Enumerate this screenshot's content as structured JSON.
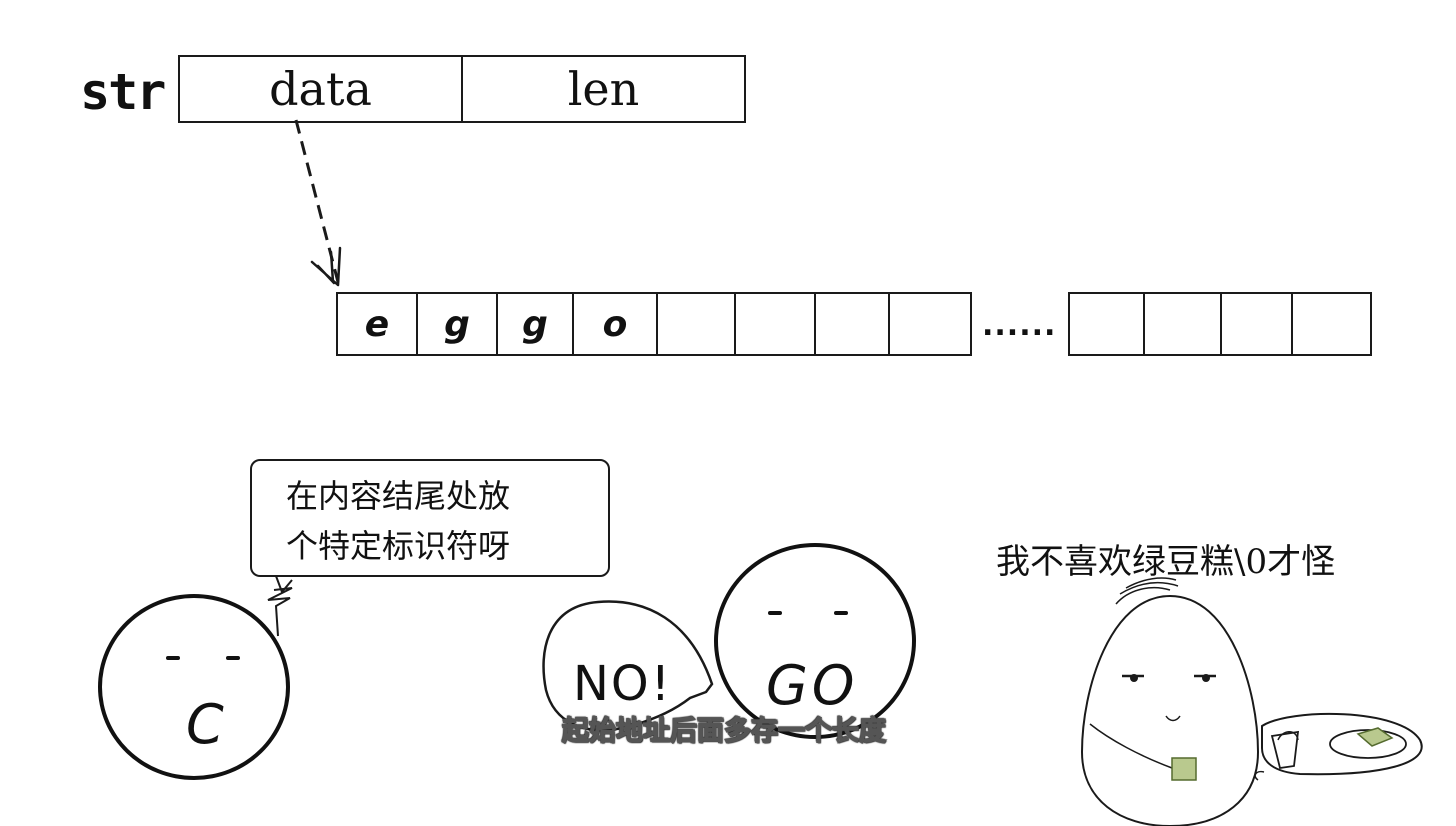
{
  "struct": {
    "name": "str",
    "fields": [
      "data",
      "len"
    ]
  },
  "memory": {
    "cells_group_a": [
      "e",
      "g",
      "g",
      "o",
      "",
      "",
      "",
      ""
    ],
    "ellipsis": "......",
    "cells_group_b": [
      "",
      "",
      "",
      ""
    ]
  },
  "c_character": {
    "speech": [
      "在内容结尾处放",
      "个特定标识符呀"
    ],
    "face_letter": "C"
  },
  "go_character": {
    "no_text": "NO!",
    "face_letter": "GO"
  },
  "egg_character": {
    "caption": "我不喜欢绿豆糕\\0才怪"
  },
  "subtitle": "起始地址后面多存一个长度",
  "colors": {
    "ink": "#111111",
    "cake": "#b9c98e",
    "subtitle_text": "#ffffff"
  }
}
